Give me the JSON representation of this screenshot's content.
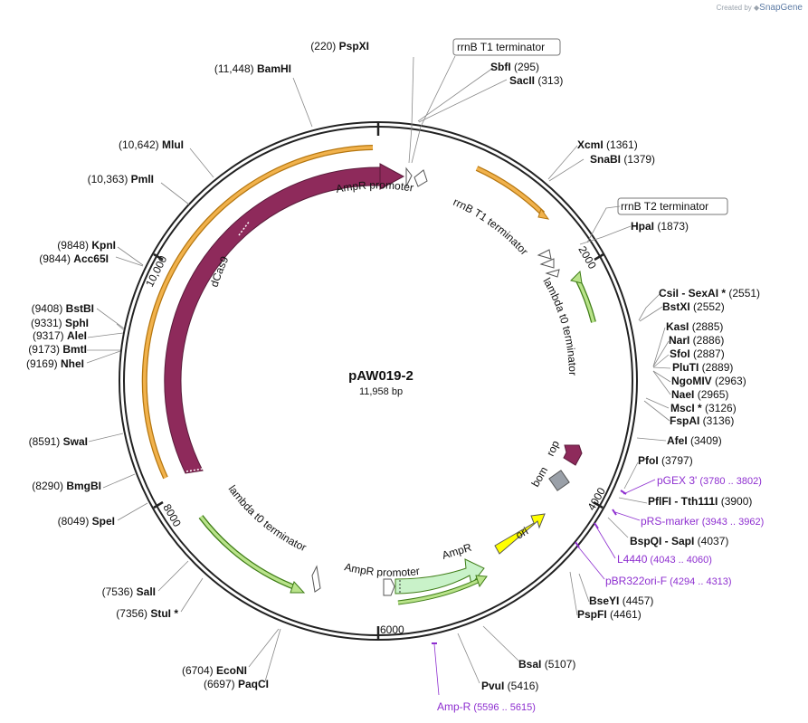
{
  "credit": {
    "prefix": "Created by",
    "brand": "SnapGene"
  },
  "plasmid": {
    "name": "pAW019-2",
    "length": "11,958 bp"
  },
  "ticks": [
    "2000",
    "4000",
    "6000",
    "8000",
    "10,000"
  ],
  "features": {
    "ampr_promoter_top": "AmpR promoter",
    "dcas9": "dCas9",
    "rrnb_t1": "rrnB T1 terminator",
    "lambda_t0_right": "lambda t0 terminator",
    "lambda_t0_bottom": "lambda t0 terminator",
    "ampr_promoter_bottom": "AmpR promoter",
    "ampr": "AmpR",
    "ori": "ori",
    "bom": "bom",
    "rop": "rop"
  },
  "boxed_labels": {
    "rrnb_t1_box": "rrnB T1 terminator",
    "rrnb_t2_box": "rrnB T2 terminator"
  },
  "sites": [
    {
      "pre": "(220)",
      "name": "PspXI"
    },
    {
      "name": "SbfI",
      "post": "(295)"
    },
    {
      "name": "SacII",
      "post": "(313)"
    },
    {
      "pre": "(11,448)",
      "name": "BamHI"
    },
    {
      "pre": "(10,642)",
      "name": "MluI"
    },
    {
      "pre": "(10,363)",
      "name": "PmlI"
    },
    {
      "pre": "(9848)",
      "name": "KpnI"
    },
    {
      "pre": "(9844)",
      "name": "Acc65I"
    },
    {
      "pre": "(9408)",
      "name": "BstBI"
    },
    {
      "pre": "(9331)",
      "name": "SphI"
    },
    {
      "pre": "(9317)",
      "name": "AleI"
    },
    {
      "pre": "(9173)",
      "name": "BmtI"
    },
    {
      "pre": "(9169)",
      "name": "NheI"
    },
    {
      "pre": "(8591)",
      "name": "SwaI"
    },
    {
      "pre": "(8290)",
      "name": "BmgBI"
    },
    {
      "pre": "(8049)",
      "name": "SpeI"
    },
    {
      "pre": "(7536)",
      "name": "SalI"
    },
    {
      "pre": "(7356)",
      "name": "StuI *"
    },
    {
      "pre": "(6704)",
      "name": "EcoNI"
    },
    {
      "pre": "(6697)",
      "name": "PaqCI"
    },
    {
      "name": "XcmI",
      "post": "(1361)"
    },
    {
      "name": "SnaBI",
      "post": "(1379)"
    },
    {
      "name": "HpaI",
      "post": "(1873)"
    },
    {
      "name": "CsiI  - SexAI *",
      "post": "(2551)"
    },
    {
      "name": "BstXI",
      "post": "(2552)"
    },
    {
      "name": "KasI",
      "post": "(2885)"
    },
    {
      "name": "NarI",
      "post": "(2886)"
    },
    {
      "name": "SfoI",
      "post": "(2887)"
    },
    {
      "name": "PluTI",
      "post": "(2889)"
    },
    {
      "name": "NgoMIV",
      "post": "(2963)"
    },
    {
      "name": "NaeI",
      "post": "(2965)"
    },
    {
      "name": "MscI *",
      "post": "(3126)"
    },
    {
      "name": "FspAI",
      "post": "(3136)"
    },
    {
      "name": "AfeI",
      "post": "(3409)"
    },
    {
      "name": "PfoI",
      "post": "(3797)"
    },
    {
      "name": "PflFI  - Tth111I",
      "post": "(3900)"
    },
    {
      "name": "BspQI  - SapI",
      "post": "(4037)"
    },
    {
      "name": "BseYI",
      "post": "(4457)"
    },
    {
      "name": "PspFI",
      "post": "(4461)"
    },
    {
      "name": "BsaI",
      "post": "(5107)"
    },
    {
      "name": "PvuI",
      "post": "(5416)"
    }
  ],
  "primers": [
    {
      "name": "pGEX 3'",
      "range": "(3780 .. 3802)"
    },
    {
      "name": "pRS-marker",
      "range": "(3943 .. 3962)"
    },
    {
      "name": "L4440",
      "range": "(4043 .. 4060)"
    },
    {
      "name": "pBR322ori-F",
      "range": "(4294 .. 4313)"
    },
    {
      "name": "Amp-R",
      "range": "(5596 .. 5615)"
    }
  ],
  "colors": {
    "backbone": "#222222",
    "dcas9": "#8e2a5b",
    "terminator_fill": "#b9e38a",
    "terminator_stroke": "#3f7d17",
    "orange_fill": "#f1b24c",
    "orange_stroke": "#b5760f",
    "ampr_fill": "#c9f2c9",
    "ori_fill": "#ffff00",
    "bom_fill": "#9aa0a8",
    "rop_fill": "#8e2a5b",
    "primer": "#8e2fd0",
    "line": "#888888"
  }
}
